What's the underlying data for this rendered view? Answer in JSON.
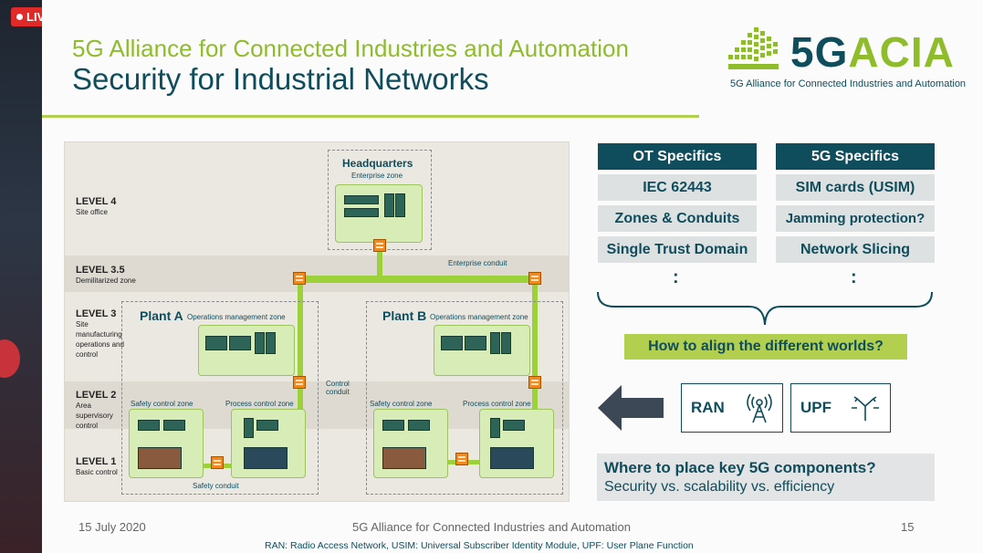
{
  "live_badge": "LIVE",
  "slide": {
    "subtitle": "5G Alliance for Connected Industries and Automation",
    "title": "Security for Industrial Networks",
    "logo": {
      "main_5g": "5G",
      "main_acia": "ACIA",
      "sub": "5G Alliance for Connected Industries and Automation"
    },
    "diagram": {
      "levels": [
        {
          "name": "LEVEL 4",
          "desc": "Site office"
        },
        {
          "name": "LEVEL 3.5",
          "desc": "Demilitarized zone"
        },
        {
          "name": "LEVEL 3",
          "desc": "Site manufacturing operations and control"
        },
        {
          "name": "LEVEL 2",
          "desc": "Area supervisory control"
        },
        {
          "name": "LEVEL 1",
          "desc": "Basic control"
        }
      ],
      "headquarters": "Headquarters",
      "enterprise_zone": "Enterprise zone",
      "enterprise_conduit": "Enterprise conduit",
      "plant_a": "Plant A",
      "plant_b": "Plant B",
      "ops_zone": "Operations management zone",
      "control_conduit": "Control conduit",
      "safety_zone": "Safety control zone",
      "process_zone": "Process control zone",
      "safety_conduit": "Safety conduit"
    },
    "ot_header": "OT Specifics",
    "g5_header": "5G Specifics",
    "ot_items": [
      "IEC 62443",
      "Zones & Conduits",
      "Single Trust Domain"
    ],
    "g5_items": [
      "SIM cards (USIM)",
      "Jamming protection?",
      "Network Slicing"
    ],
    "ellipsis": ":",
    "align_question": "How to align the different worlds?",
    "components": {
      "ran": "RAN",
      "upf": "UPF"
    },
    "bottom_question": "Where to place key 5G components?",
    "bottom_sub": "Security vs. scalability vs. efficiency",
    "footer": {
      "date": "15 July 2020",
      "center": "5G Alliance for Connected Industries and Automation",
      "page": "15"
    },
    "footnote": "RAN: Radio Access Network, USIM: Universal Subscriber Identity Module, UPF: User Plane Function"
  },
  "colors": {
    "teal": "#0f4d5c",
    "lime": "#8fbc2a",
    "live_red": "#e02a2a",
    "firewall": "#f08a1e"
  }
}
